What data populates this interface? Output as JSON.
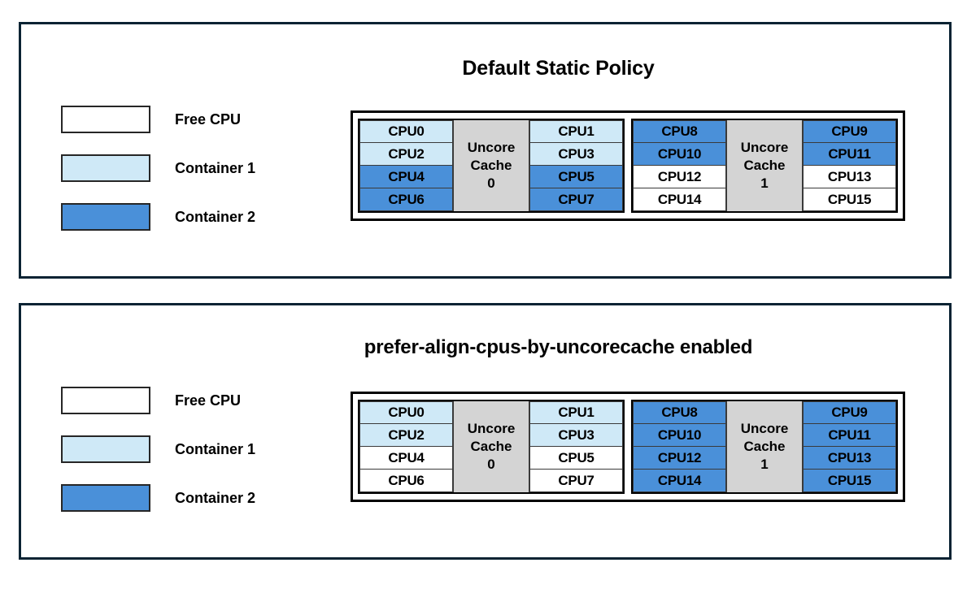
{
  "colors": {
    "free_cpu": "#ffffff",
    "container_1": "#cfe9f7",
    "container_2": "#4a90d9",
    "uncore_cache": "#d4d4d4",
    "panel_border": "#0a2333",
    "cell_border": "#3a3a3a"
  },
  "legend": {
    "items": [
      {
        "label": "Free CPU",
        "fill": "free"
      },
      {
        "label": "Container 1",
        "fill": "c1"
      },
      {
        "label": "Container 2",
        "fill": "c2"
      }
    ]
  },
  "panels": [
    {
      "title": "Default Static Policy",
      "cache_groups": [
        {
          "cache_title_line1": "Uncore",
          "cache_title_line2": "Cache",
          "cache_index": "0",
          "left_column": [
            {
              "cpu": "CPU0",
              "fill": "c1"
            },
            {
              "cpu": "CPU2",
              "fill": "c1"
            },
            {
              "cpu": "CPU4",
              "fill": "c2"
            },
            {
              "cpu": "CPU6",
              "fill": "c2"
            }
          ],
          "right_column": [
            {
              "cpu": "CPU1",
              "fill": "c1"
            },
            {
              "cpu": "CPU3",
              "fill": "c1"
            },
            {
              "cpu": "CPU5",
              "fill": "c2"
            },
            {
              "cpu": "CPU7",
              "fill": "c2"
            }
          ]
        },
        {
          "cache_title_line1": "Uncore",
          "cache_title_line2": "Cache",
          "cache_index": "1",
          "left_column": [
            {
              "cpu": "CPU8",
              "fill": "c2"
            },
            {
              "cpu": "CPU10",
              "fill": "c2"
            },
            {
              "cpu": "CPU12",
              "fill": "free"
            },
            {
              "cpu": "CPU14",
              "fill": "free"
            }
          ],
          "right_column": [
            {
              "cpu": "CPU9",
              "fill": "c2"
            },
            {
              "cpu": "CPU11",
              "fill": "c2"
            },
            {
              "cpu": "CPU13",
              "fill": "free"
            },
            {
              "cpu": "CPU15",
              "fill": "free"
            }
          ]
        }
      ]
    },
    {
      "title": "prefer-align-cpus-by-uncorecache enabled",
      "cache_groups": [
        {
          "cache_title_line1": "Uncore",
          "cache_title_line2": "Cache",
          "cache_index": "0",
          "left_column": [
            {
              "cpu": "CPU0",
              "fill": "c1"
            },
            {
              "cpu": "CPU2",
              "fill": "c1"
            },
            {
              "cpu": "CPU4",
              "fill": "free"
            },
            {
              "cpu": "CPU6",
              "fill": "free"
            }
          ],
          "right_column": [
            {
              "cpu": "CPU1",
              "fill": "c1"
            },
            {
              "cpu": "CPU3",
              "fill": "c1"
            },
            {
              "cpu": "CPU5",
              "fill": "free"
            },
            {
              "cpu": "CPU7",
              "fill": "free"
            }
          ]
        },
        {
          "cache_title_line1": "Uncore",
          "cache_title_line2": "Cache",
          "cache_index": "1",
          "left_column": [
            {
              "cpu": "CPU8",
              "fill": "c2"
            },
            {
              "cpu": "CPU10",
              "fill": "c2"
            },
            {
              "cpu": "CPU12",
              "fill": "c2"
            },
            {
              "cpu": "CPU14",
              "fill": "c2"
            }
          ],
          "right_column": [
            {
              "cpu": "CPU9",
              "fill": "c2"
            },
            {
              "cpu": "CPU11",
              "fill": "c2"
            },
            {
              "cpu": "CPU13",
              "fill": "c2"
            },
            {
              "cpu": "CPU15",
              "fill": "c2"
            }
          ]
        }
      ]
    }
  ]
}
